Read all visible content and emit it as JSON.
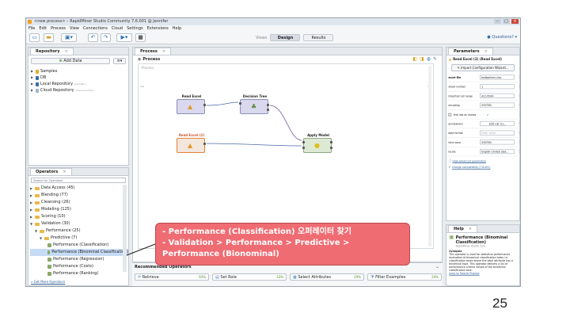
{
  "window": {
    "title": "<new process> – RapidMiner Studio Community 7.6.001 @ Jennifer",
    "controls": [
      "–",
      "□",
      "×"
    ]
  },
  "menu": [
    "File",
    "Edit",
    "Process",
    "View",
    "Connections",
    "Cloud",
    "Settings",
    "Extensions",
    "Help"
  ],
  "toolbar": {
    "views": {
      "label": "Views",
      "tabs": [
        "Design",
        "Results"
      ],
      "active": "Design"
    },
    "questions": "Questions?"
  },
  "repository": {
    "tab": "Repository",
    "add_data": "Add Data",
    "items": [
      {
        "label": "Samples",
        "sub": ""
      },
      {
        "label": "DB",
        "sub": ""
      },
      {
        "label": "Local Repository",
        "sub": "(jennifer)"
      },
      {
        "label": "Cloud Repository",
        "sub": "(disconnected)"
      }
    ]
  },
  "operators": {
    "tab": "Operators",
    "search_placeholder": "Search for Operators",
    "items": [
      {
        "label": "Data Access (45)",
        "level": 0
      },
      {
        "label": "Blending (77)",
        "level": 0
      },
      {
        "label": "Cleansing (26)",
        "level": 0
      },
      {
        "label": "Modeling (125)",
        "level": 0
      },
      {
        "label": "Scoring (10)",
        "level": 0
      },
      {
        "label": "Validation (30)",
        "level": 0
      },
      {
        "label": "Performance (25)",
        "level": 1
      },
      {
        "label": "Predictive (7)",
        "level": 2
      },
      {
        "label": "Performance (Classification)",
        "level": 3
      },
      {
        "label": "Performance (Binominal Classification)",
        "level": 3,
        "selected": true
      },
      {
        "label": "Performance (Regression)",
        "level": 3
      },
      {
        "label": "Performance (Costs)",
        "level": 3
      },
      {
        "label": "Performance (Ranking)",
        "level": 3
      }
    ],
    "get_more": "» Get More Operators"
  },
  "process": {
    "tab": "Process",
    "header": "Process",
    "canvas_label": "Process",
    "nodes": [
      {
        "title": "Read Excel",
        "style": "normal"
      },
      {
        "title": "Decision Tree",
        "style": "normal"
      },
      {
        "title": "Read Excel (2)",
        "style": "orange"
      },
      {
        "title": "Apply Model",
        "style": "green"
      }
    ],
    "port_labels": {
      "inp": "inp",
      "res": "res",
      "tra": "tra",
      "mod": "mod",
      "exa": "exa",
      "unl": "unl",
      "lab": "lab",
      "fil": "fil",
      "out": "out"
    }
  },
  "recommended": {
    "title": "Recommended Operators",
    "items": [
      {
        "label": "Retrieve",
        "pct": "93%"
      },
      {
        "label": "Set Role",
        "pct": "33%"
      },
      {
        "label": "Select Attributes",
        "pct": "29%"
      },
      {
        "label": "Filter Examples",
        "pct": "24%"
      }
    ]
  },
  "parameters": {
    "tab": "Parameters",
    "operator_name": "Read Excel (2) (Read Excel)",
    "wizard": "Import Configuration Wizard...",
    "rows": [
      {
        "label": "excel file",
        "value": "testbphmm.xlsx"
      },
      {
        "label": "sheet number",
        "value": "1"
      },
      {
        "label": "imported cell range",
        "value": "A1:U7044"
      },
      {
        "label": "encoding",
        "value": "SYSTEM"
      },
      {
        "label": "first row as names",
        "value": ""
      },
      {
        "label": "annotations",
        "value": "Edit List (1)..."
      },
      {
        "label": "date format",
        "value": "Enter value"
      },
      {
        "label": "time zone",
        "value": "SYSTEM"
      },
      {
        "label": "locale",
        "value": "English (United Stat..."
      }
    ],
    "hide_advanced": "Hide advanced parameters",
    "change_compat": "Change compatibility (7.6.001)"
  },
  "help": {
    "tab": "Help",
    "title": "Performance (Binominal Classification)",
    "subtitle": "RapidMiner Studio Core",
    "synopsis_label": "Synopsis",
    "synopsis": "This operator is used for statistical performance evaluation of binominal classification tasks i.e. classification tasks where the label attribute has a binominal type. This operator delivers a list of performance criteria values of the binominal classification task.",
    "jump": "Jump to Tutorial Process"
  },
  "callout": {
    "line1": "- Performance (Classification) 오퍼레이터 찾기",
    "line2": "- Validation > Performance > Predictive >",
    "line3": "Performance (Bionominal)"
  },
  "slide": {
    "number": "25"
  },
  "colors": {
    "callout_bg": "#ef6c72",
    "accent": "#2d5e96"
  }
}
